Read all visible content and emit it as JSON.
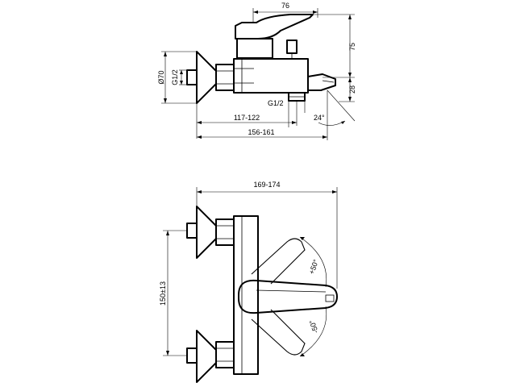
{
  "dimensions": {
    "spout_reach": "76",
    "height_above_outlet": "75",
    "outlet_height": "28",
    "flange_diameter": "Ø70",
    "inlet_thread_side": "G1/2",
    "outlet_thread": "G1/2",
    "depth_to_outlet": "117-122",
    "depth_total": "156-161",
    "spout_angle": "24°",
    "front_total_width": "169-174",
    "inlet_centres": "150±13",
    "lever_up_angle": "+50°",
    "lever_down_angle": "-50°"
  }
}
